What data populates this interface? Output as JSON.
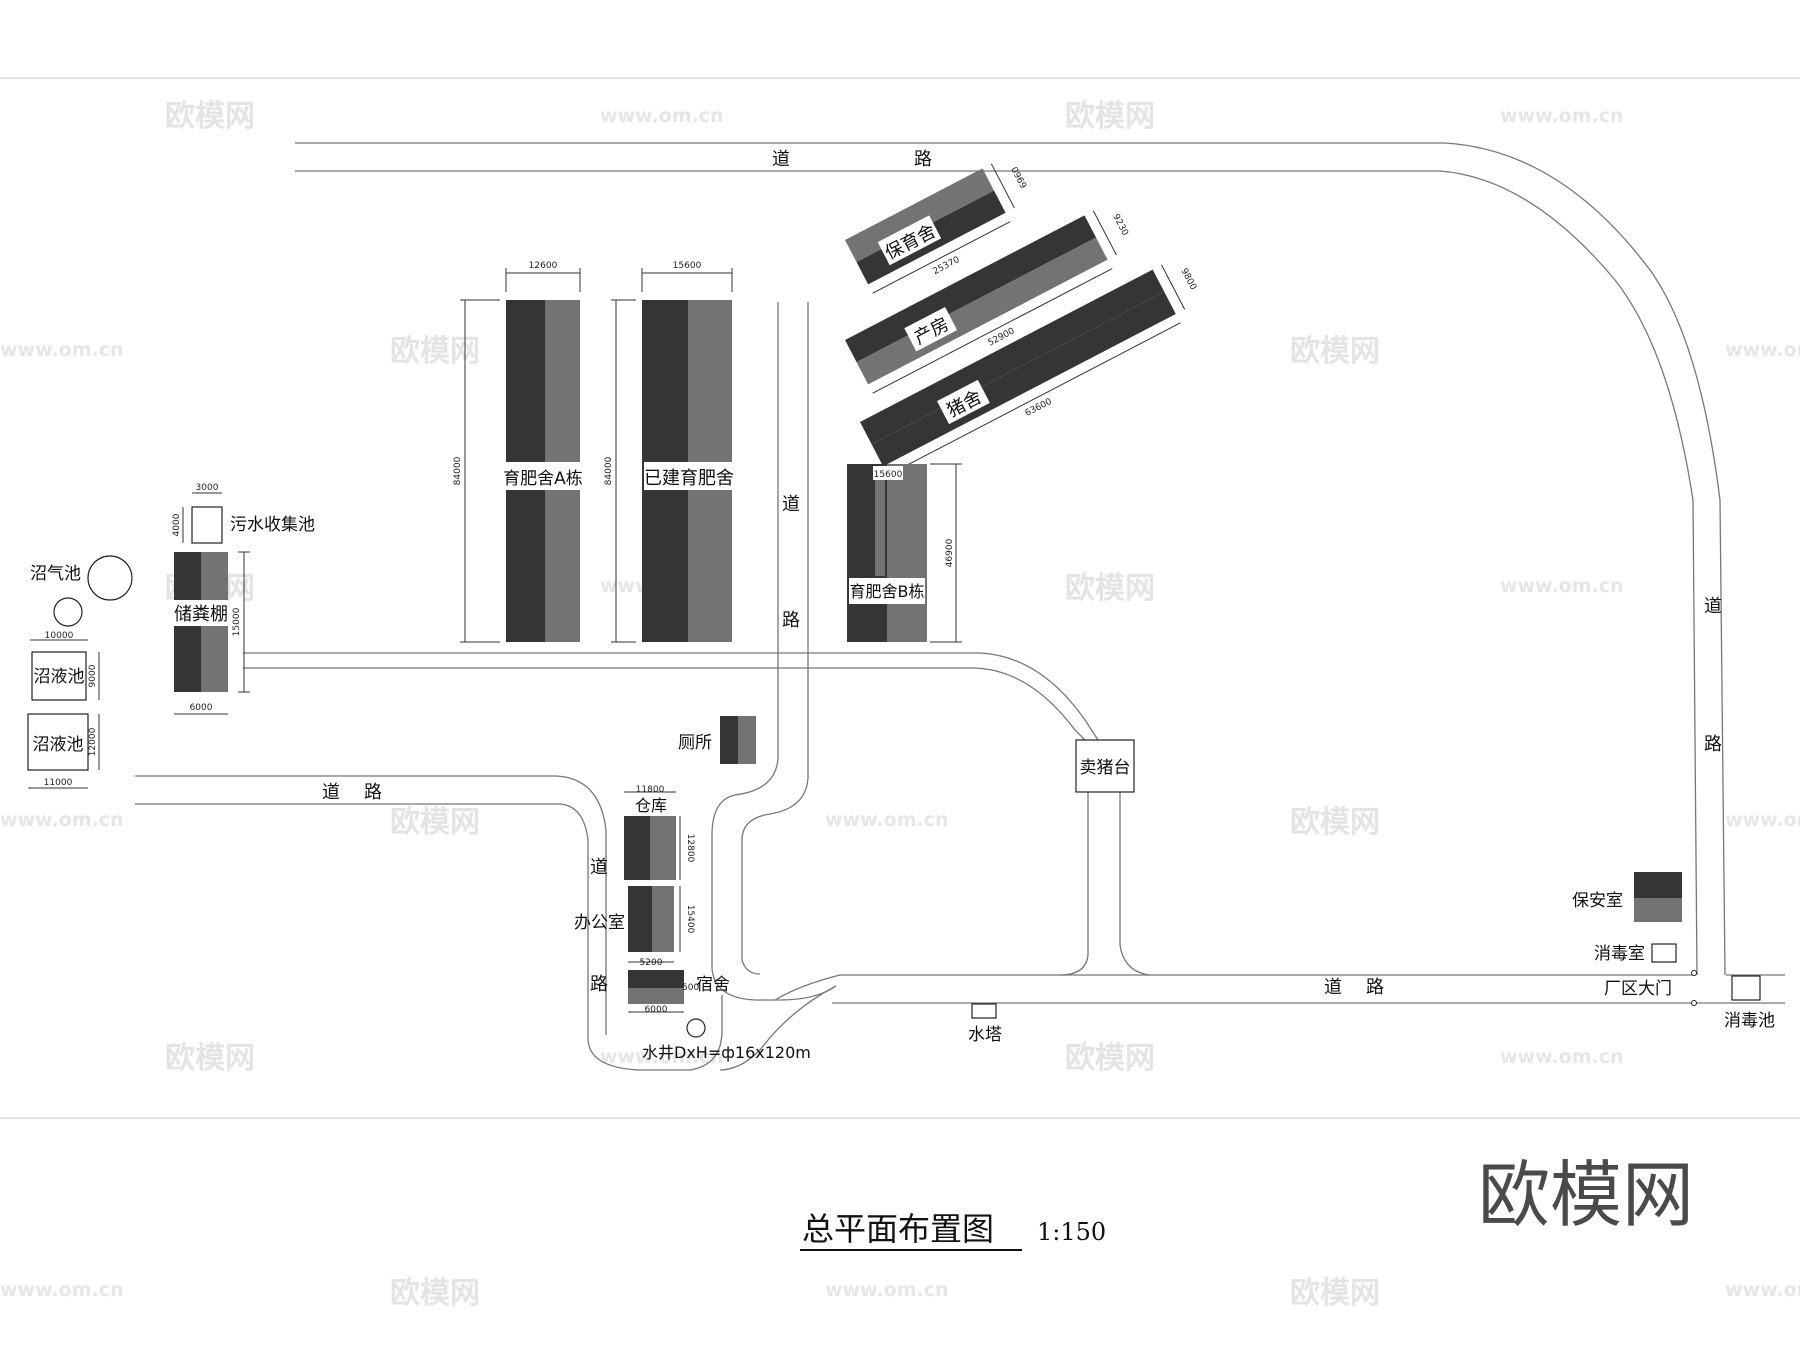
{
  "title": "总平面布置图",
  "scale": "1:150",
  "brand": "欧模网",
  "watermark": {
    "logo": "欧模网",
    "url": "www.om.cn"
  },
  "colors": {
    "dark": "#353535",
    "mid": "#737373",
    "line": "#333333",
    "road": "#777777"
  },
  "road_label": {
    "dao": "道",
    "lu": "路"
  },
  "buildings": {
    "baoyu": "保育舍",
    "chanfang": "产房",
    "zhushe": "猪舍",
    "yufei_a": "育肥舍A栋",
    "yijian": "已建育肥舍",
    "yufei_b": "育肥舍B栋",
    "chufen": "储粪棚",
    "wushui": "污水收集池",
    "zhaoqi": "沼气池",
    "zhaoye1": "沼液池",
    "zhaoye2": "沼液池",
    "cesuo": "厕所",
    "cangku": "仓库",
    "bangong": "办公室",
    "sushe": "宿舍",
    "shuijing": "水井DxH=ф16x120m",
    "maizhu": "卖猪台",
    "shuita": "水塔",
    "baoan": "保安室",
    "xiaodushi": "消毒室",
    "damen": "厂区大门",
    "xiaoduchi": "消毒池"
  },
  "dimensions": {
    "baoyu_w": "0969",
    "baoyu_l": "25370",
    "chanfang_w": "9230",
    "chanfang_l": "52900",
    "zhushe_w": "9800",
    "zhushe_l": "63600",
    "a_w": "12600",
    "a_l": "84000",
    "yj_w": "15600",
    "yj_l": "84000",
    "b_w": "15600",
    "b_l": "46900",
    "wushui_w": "3000",
    "wushui_h": "4000",
    "chufen_h": "15000",
    "chufen_w": "6000",
    "zy1_w": "10000",
    "zy1_h": "9000",
    "zy2_h": "12000",
    "zy2_w": "11000",
    "cangku_w": "11800",
    "cangku_h": "12800",
    "bangong_h": "15400",
    "bangong_w": "5200",
    "sushe_w": "6000",
    "sushe_h": "500"
  }
}
